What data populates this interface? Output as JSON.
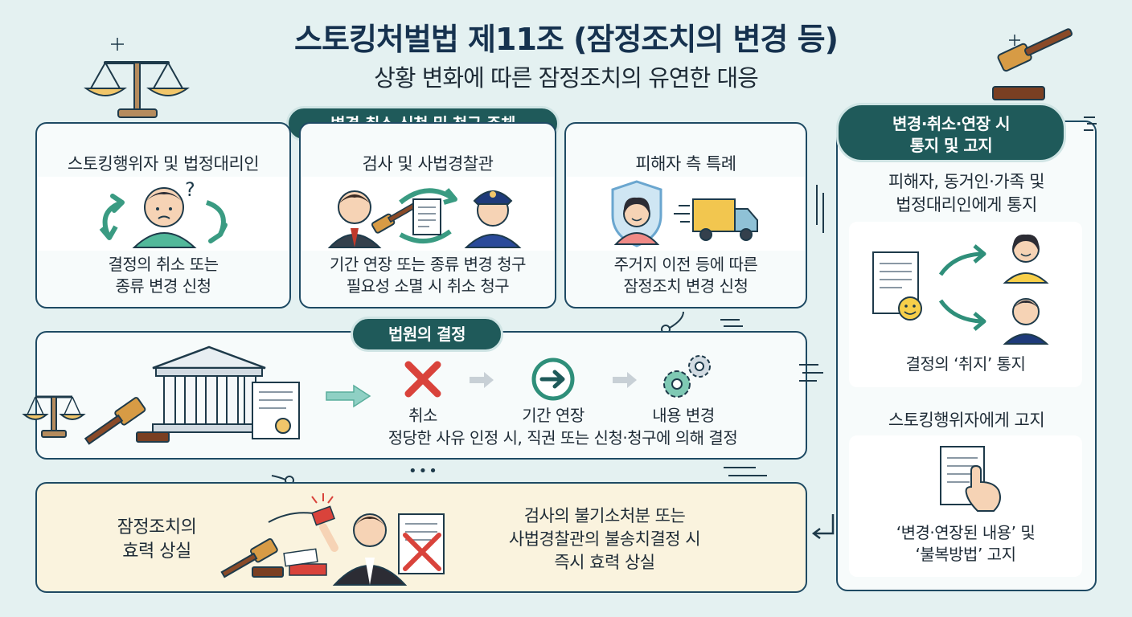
{
  "header": {
    "title": "스토킹처벌법 제11조 (잠정조치의 변경 등)",
    "subtitle": "상황 변화에 따른 잠정조치의 유연한 대응"
  },
  "applicants": {
    "label": "변경·취소 신청 및 청구 주체",
    "cards": [
      {
        "title": "스토킹행위자 및 법정대리인",
        "line1": "결정의 취소 또는",
        "line2": "종류 변경 신청"
      },
      {
        "title": "검사 및 사법경찰관",
        "line1": "기간 연장 또는 종류 변경 청구",
        "line2": "필요성 소멸 시 취소 청구"
      },
      {
        "title": "피해자 측 특례",
        "line1": "주거지 이전 등에 따른",
        "line2": "잠정조치 변경 신청"
      }
    ]
  },
  "court": {
    "label": "법원의 결정",
    "options": [
      "취소",
      "기간 연장",
      "내용 변경"
    ],
    "caption": "정당한 사유 인정 시, 직권 또는 신청·청구에 의해 결정"
  },
  "expiry": {
    "title_line1": "잠정조치의",
    "title_line2": "효력 상실",
    "text_line1": "검사의 불기소처분 또는",
    "text_line2": "사법경찰관의 불송치결정 시",
    "text_line3": "즉시 효력 상실"
  },
  "notice": {
    "label_line1": "변경·취소·연장 시",
    "label_line2": "통지 및 고지",
    "victim_line1": "피해자, 동거인·가족 및",
    "victim_line2": "법정대리인에게 통지",
    "victim_caption": "결정의 ‘취지’ 통지",
    "offender_heading": "스토킹행위자에게 고지",
    "offender_line1": "‘변경·연장된 내용’ 및",
    "offender_line2": "‘불복방법’ 고지"
  },
  "colors": {
    "navy": "#16324f",
    "teal": "#1f5a5a",
    "border": "#1e4a63",
    "cancel_red": "#d9433b",
    "expiry_bg": "#faf3de"
  }
}
